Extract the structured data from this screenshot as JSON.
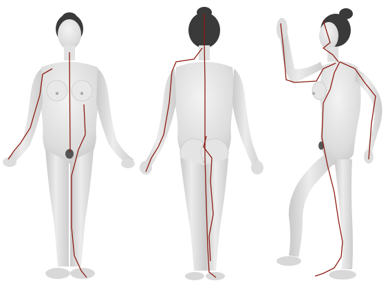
{
  "figures": [
    {
      "name": "front-view"
    },
    {
      "name": "back-view"
    },
    {
      "name": "side-view"
    }
  ],
  "colors": {
    "background": "#ffffff",
    "skin_light": "#ececec",
    "skin_mid": "#d6d6d6",
    "skin_shadow": "#b9b9b9",
    "hair": "#3a3a3a",
    "meridian_line": "#8b1a10"
  }
}
